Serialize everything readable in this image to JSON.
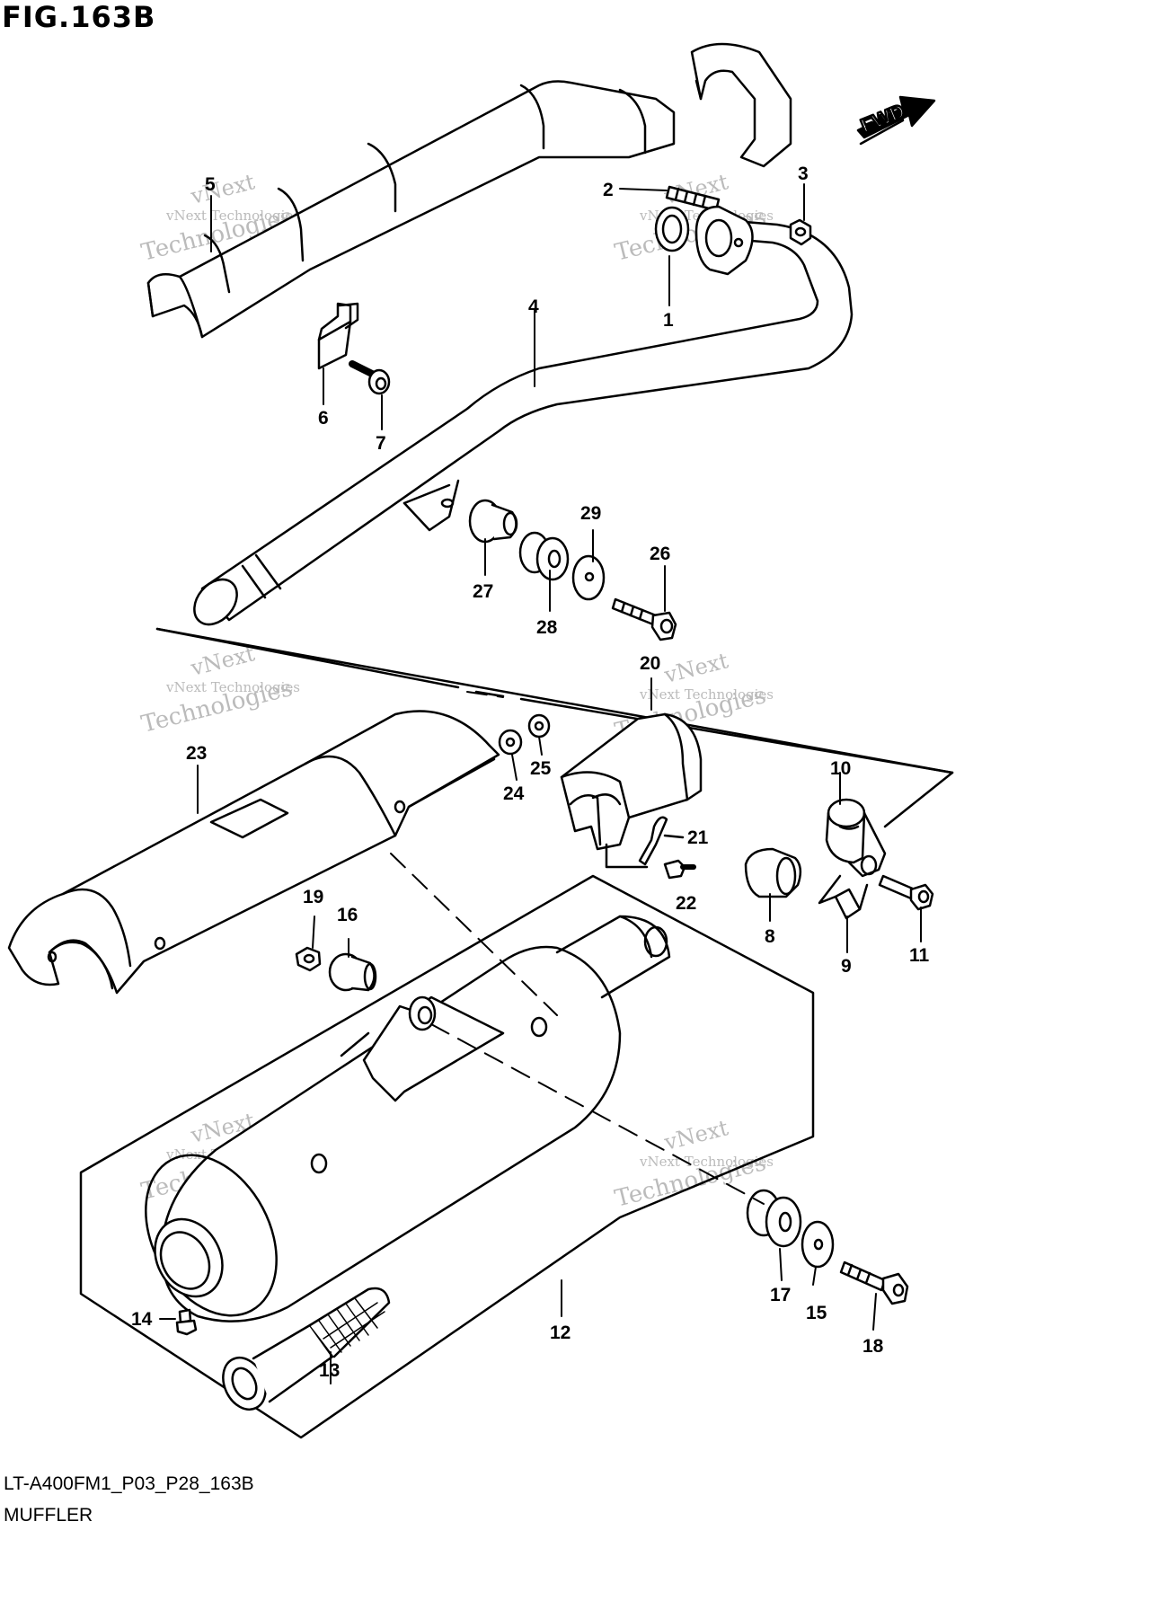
{
  "figure_title": "FIG.163B",
  "diagram_code": "LT-A400FM1_P03_P28_163B",
  "caption": "MUFFLER",
  "forward_label": "FWD",
  "watermark": {
    "company": "vNext Technologies",
    "line1": "vNext",
    "line2": "Technologies"
  },
  "callouts": [
    {
      "id": "1",
      "label": "1"
    },
    {
      "id": "2",
      "label": "2"
    },
    {
      "id": "3",
      "label": "3"
    },
    {
      "id": "4",
      "label": "4"
    },
    {
      "id": "5",
      "label": "5"
    },
    {
      "id": "6",
      "label": "6"
    },
    {
      "id": "7",
      "label": "7"
    },
    {
      "id": "8",
      "label": "8"
    },
    {
      "id": "9",
      "label": "9"
    },
    {
      "id": "10",
      "label": "10"
    },
    {
      "id": "11",
      "label": "11"
    },
    {
      "id": "12",
      "label": "12"
    },
    {
      "id": "13",
      "label": "13"
    },
    {
      "id": "14",
      "label": "14"
    },
    {
      "id": "15",
      "label": "15"
    },
    {
      "id": "16",
      "label": "16"
    },
    {
      "id": "17",
      "label": "17"
    },
    {
      "id": "18",
      "label": "18"
    },
    {
      "id": "19",
      "label": "19"
    },
    {
      "id": "20",
      "label": "20"
    },
    {
      "id": "21",
      "label": "21"
    },
    {
      "id": "22",
      "label": "22"
    },
    {
      "id": "23",
      "label": "23"
    },
    {
      "id": "24",
      "label": "24"
    },
    {
      "id": "25",
      "label": "25"
    },
    {
      "id": "26",
      "label": "26"
    },
    {
      "id": "27",
      "label": "27"
    },
    {
      "id": "28",
      "label": "28"
    },
    {
      "id": "29",
      "label": "29"
    }
  ]
}
